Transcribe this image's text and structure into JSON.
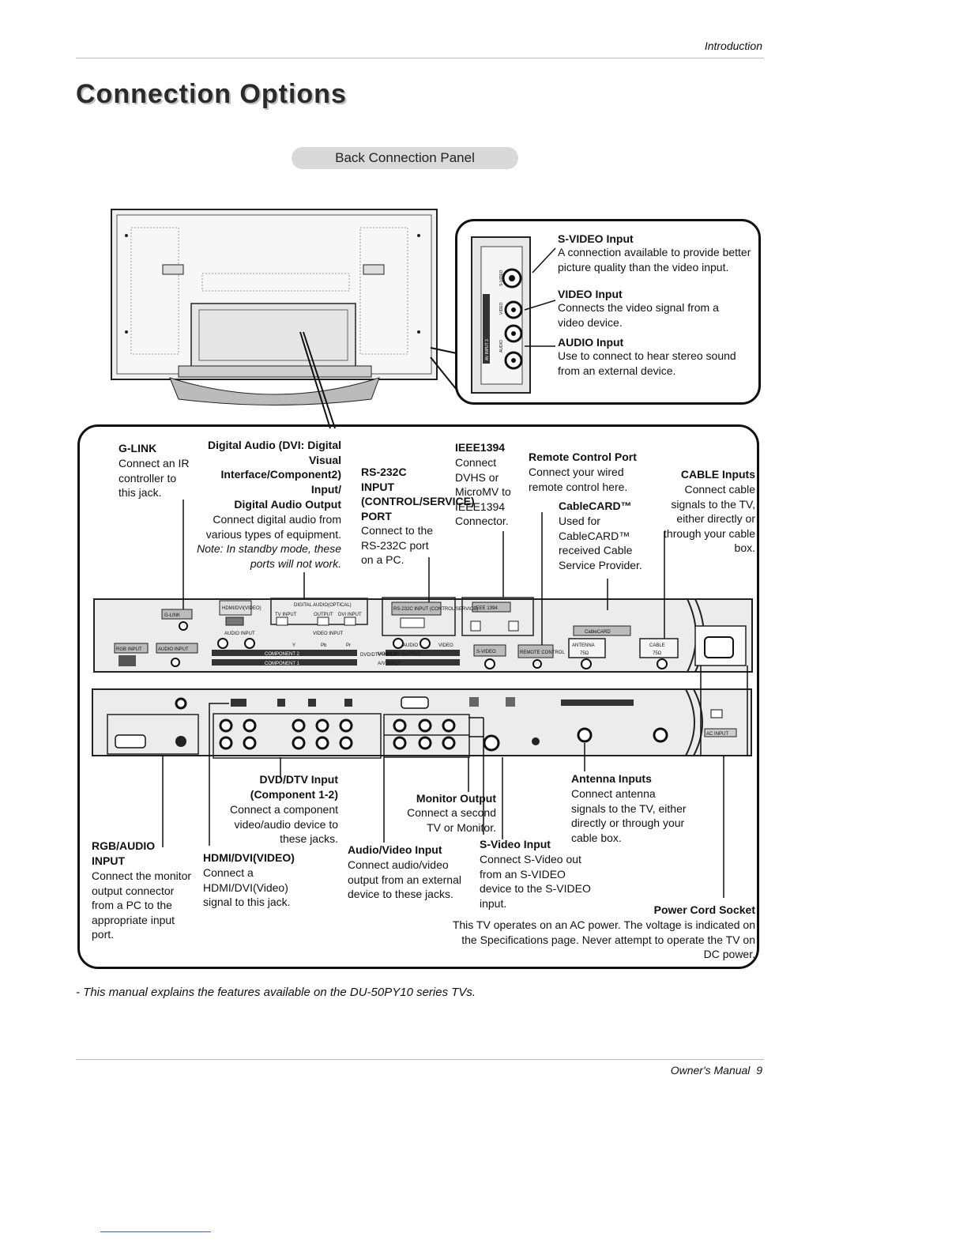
{
  "header": {
    "section": "Introduction"
  },
  "title": "Connection Options",
  "panel_title": "Back Connection Panel",
  "side_callouts": {
    "svideo": {
      "title": "S-VIDEO Input",
      "body": "A connection available to provide better picture quality than the video input."
    },
    "video": {
      "title": "VIDEO Input",
      "body": "Connects the video signal from a video device."
    },
    "audio": {
      "title": "AUDIO Input",
      "body": "Use to connect to hear stereo sound from an external device."
    }
  },
  "top_callouts": {
    "glink": {
      "title": "G-LINK",
      "body": "Connect an IR controller to this jack."
    },
    "digital_audio": {
      "title1": "Digital Audio (DVI: Digital Visual Interface/Component2) Input/",
      "title2": "Digital Audio Output",
      "body": "Connect digital audio from various types of equipment.",
      "note": "Note: In standby mode, these ports will not work."
    },
    "rs232c": {
      "title": "RS-232C INPUT (CONTROL/SERVICE) PORT",
      "body": "Connect to the RS-232C port on a PC."
    },
    "ieee1394": {
      "title": "IEEE1394",
      "body": "Connect DVHS or MicroMV to IEEE1394 Connector."
    },
    "remote": {
      "title": "Remote Control Port",
      "body": "Connect your wired remote control here."
    },
    "cablecard": {
      "title": "CableCARD™",
      "body": "Used for CableCARD™ received Cable Service Provider."
    },
    "cable": {
      "title": "CABLE Inputs",
      "body": "Connect cable signals to the TV, either directly or through your cable box."
    }
  },
  "bottom_callouts": {
    "rgb": {
      "title": "RGB/AUDIO INPUT",
      "body": "Connect the monitor output connector from a PC to the appropriate input port."
    },
    "dvd": {
      "title": "DVD/DTV Input (Component 1-2)",
      "body": "Connect a component video/audio device to these jacks."
    },
    "hdmi": {
      "title": "HDMI/DVI(VIDEO)",
      "body": "Connect a HDMI/DVI(Video) signal to this jack."
    },
    "monitor": {
      "title": "Monitor Output",
      "body": "Connect a second TV or Monitor."
    },
    "av": {
      "title": "Audio/Video Input",
      "body": "Connect audio/video output from an external device to these jacks."
    },
    "svideo": {
      "title": "S-Video Input",
      "body": "Connect S-Video out from an S-VIDEO device to the S-VIDEO input."
    },
    "antenna": {
      "title": "Antenna Inputs",
      "body": "Connect antenna signals to the TV, either directly or through your cable box."
    },
    "power": {
      "title": "Power Cord Socket",
      "body": "This TV operates on an AC power. The voltage is indicated on the Specifications page. Never attempt to operate the TV on DC power."
    }
  },
  "panel_labels": {
    "glink": "G-LINK",
    "rgb_input": "RGB INPUT",
    "audio_input": "AUDIO INPUT",
    "hdmi": "HDMI/DVI(VIDEO)",
    "digital_audio": "DIGITAL AUDIO(OPTICAL)",
    "tv_input": "TV INPUT",
    "output": "OUTPUT",
    "dvi_input": "DVI INPUT",
    "audio_in": "AUDIO INPUT",
    "video_input": "VIDEO INPUT",
    "y": "Y",
    "pb": "Pb",
    "pr": "Pr",
    "component2": "COMPONENT 2",
    "component1": "COMPONENT 1",
    "rs232c": "RS-232C INPUT (CONTROL/SERVICE)",
    "ieee": "IEEE 1394",
    "monitor": "MONITOR OUTPUT",
    "av_input": "A/V INPUT",
    "audio": "AUDIO",
    "video": "VIDEO",
    "svideo": "S-VIDEO",
    "remote": "REMOTE CONTROL",
    "cablecard": "CableCARD",
    "antenna": "ANTENNA",
    "cable": "CABLE",
    "ohm": "75Ω",
    "ac_input": "AC INPUT",
    "side_svideo": "S-VIDEO",
    "side_video": "VIDEO",
    "side_audio": "AUDIO",
    "side_av": "AV INPUT 3",
    "dvd_dtv": "DVD/DTV INPUT"
  },
  "footnote": "- This manual explains the features available on the DU-50PY10 series TVs.",
  "footer": {
    "manual": "Owner's Manual",
    "page": "9"
  }
}
